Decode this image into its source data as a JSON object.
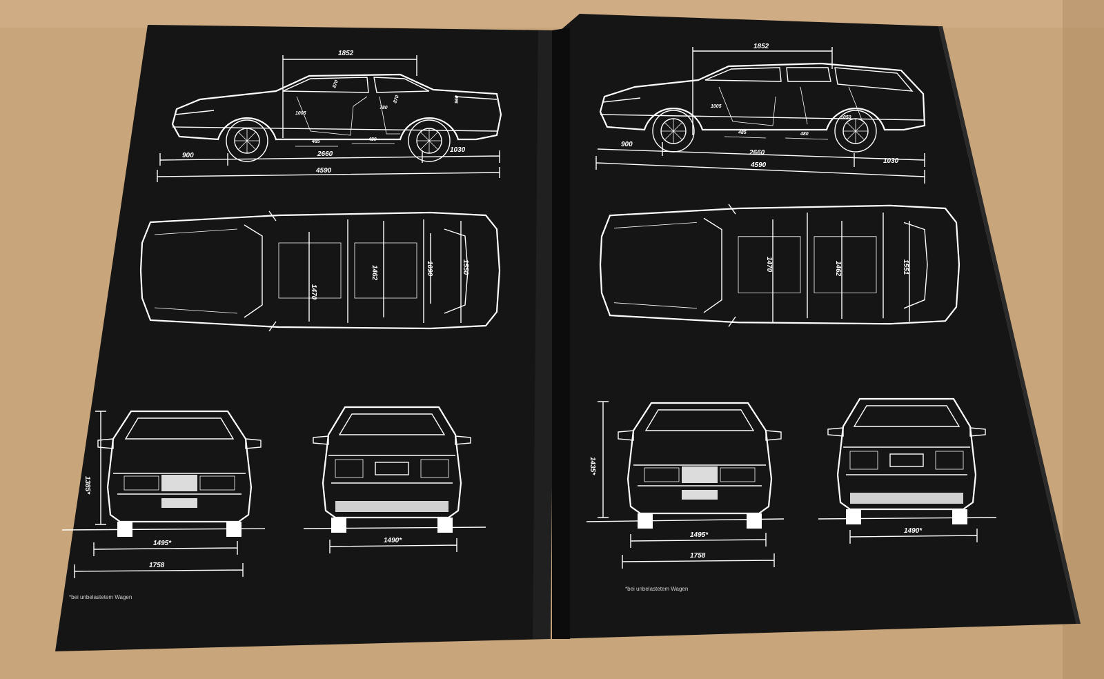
{
  "left_page": {
    "side_view": {
      "overall_height": "1852",
      "front_overhang": "900",
      "wheelbase": "2660",
      "rear_overhang": "1030",
      "overall_length": "4590",
      "legroom_front": "485",
      "legroom_rear": "480",
      "seat_height": "780",
      "headroom_front": "1005",
      "interior_a": "870",
      "interior_b": "870",
      "interior_c": "960"
    },
    "top_view": {
      "front_width": "1470",
      "middle_width": "1462",
      "rear_width": "1090",
      "boot_length": "1550"
    },
    "front_view": {
      "height": "1385*",
      "track": "1495*",
      "width": "1758"
    },
    "rear_view": {
      "track": "1490*"
    },
    "footnote": "*bei unbelastetem Wagen"
  },
  "right_page": {
    "side_view": {
      "overall_height": "1852",
      "front_overhang": "900",
      "wheelbase": "2660",
      "rear_overhang": "1030",
      "overall_length": "4590",
      "legroom_front": "485",
      "legroom_rear": "480",
      "rear_hatch": "1050",
      "headroom_front": "1005"
    },
    "top_view": {
      "front_width": "1470",
      "middle_width": "1462",
      "rear_width": "1551"
    },
    "front_view": {
      "height": "1435*",
      "track": "1495*",
      "width": "1758"
    },
    "rear_view": {
      "track": "1490*"
    },
    "footnote": "*bei unbelastetem Wagen"
  },
  "colors": {
    "table": "#c9a57b",
    "page": "#151515",
    "ink": "#ffffff"
  }
}
